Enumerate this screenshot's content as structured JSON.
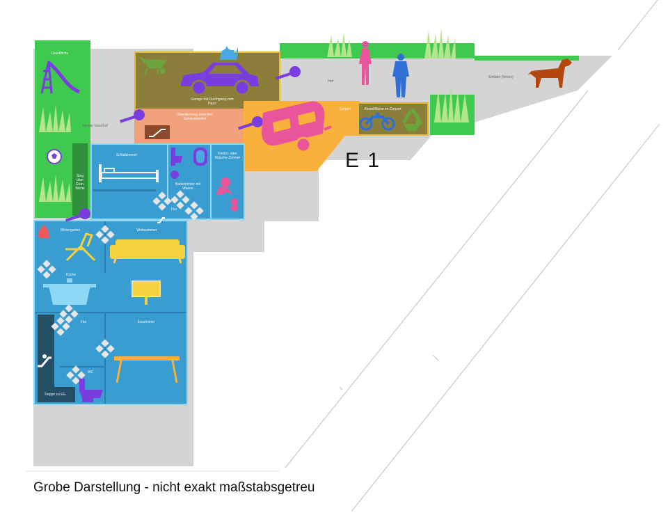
{
  "plan": {
    "floor_label": "E 1",
    "caption": "Grobe Darstellung - nicht exakt maßstabsgetreu"
  },
  "rooms": {
    "gruenflaeche": "Grünfläche",
    "kleiner_innenhof": "kleiner Innenhof",
    "garage": "Garage mit Durchgang zum Haus",
    "hof": "Hof",
    "einfahrt": "Einfahrt (hinten)",
    "ueberdachung": "Überdachung zwischen Gebäudeteilen",
    "carport": "Carport",
    "abstellflaeche": "Abstellfläche im Carport",
    "steg": "Steg über Grün-fläche",
    "schlafzimmer": "Schlafzimmer",
    "badezimmer": "Badezimmer mit Wanne",
    "kinderzimmer": "Kinder- oder Wäsche-Zimmer",
    "flur_oben": "Flur",
    "wintergarten": "Wintergarten",
    "wohnzimmer": "Wohnzimmer",
    "kueche": "Küche",
    "flur_unten": "Flur",
    "esszimmer": "Esszimmer",
    "wc": "WC",
    "treppe": "Treppe zu EG"
  },
  "colors": {
    "grass": "#3fca4f",
    "paving": "#d4d4d4",
    "garage": "#8a7e3a",
    "garage_border": "#e8b832",
    "overhang": "#f2a27b",
    "carport": "#f9b13b",
    "room_blue": "#3a9dd1",
    "room_blue_dark": "#2b7fb0",
    "wall_light": "#8ed8f6",
    "purple": "#7a3ee0",
    "pink": "#e8559b",
    "yellow": "#f3d23d",
    "dog": "#b4470e",
    "person_blue": "#2f6fd6"
  }
}
